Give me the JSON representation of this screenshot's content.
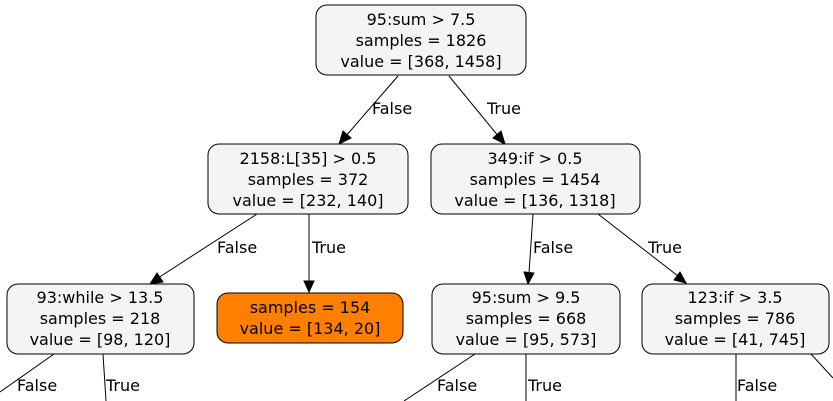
{
  "colors": {
    "node_fill": "#f4f4f4",
    "leaf_fill": "#ff8000",
    "stroke": "#000000",
    "background": "#ffffff"
  },
  "nodes": {
    "root": {
      "lines": [
        "95:sum > 7.5",
        "samples = 1826",
        "value = [368, 1458]"
      ]
    },
    "left": {
      "lines": [
        "2158:L[35] > 0.5",
        "samples = 372",
        "value = [232, 140]"
      ]
    },
    "right": {
      "lines": [
        "349:if > 0.5",
        "samples = 1454",
        "value = [136, 1318]"
      ]
    },
    "left_left": {
      "lines": [
        "93:while > 13.5",
        "samples = 218",
        "value = [98, 120]"
      ]
    },
    "left_right": {
      "lines": [
        "samples = 154",
        "value = [134, 20]"
      ]
    },
    "right_left": {
      "lines": [
        "95:sum > 9.5",
        "samples = 668",
        "value = [95, 573]"
      ]
    },
    "right_right": {
      "lines": [
        "123:if > 3.5",
        "samples = 786",
        "value = [41, 745]"
      ]
    }
  },
  "edges": {
    "root_left": "False",
    "root_right": "True",
    "left_left": "False",
    "left_right": "True",
    "right_left": "False",
    "right_right": "True",
    "ll_false": "False",
    "ll_true": "True",
    "rl_false": "False",
    "rl_true": "True",
    "rr_false": "False"
  }
}
